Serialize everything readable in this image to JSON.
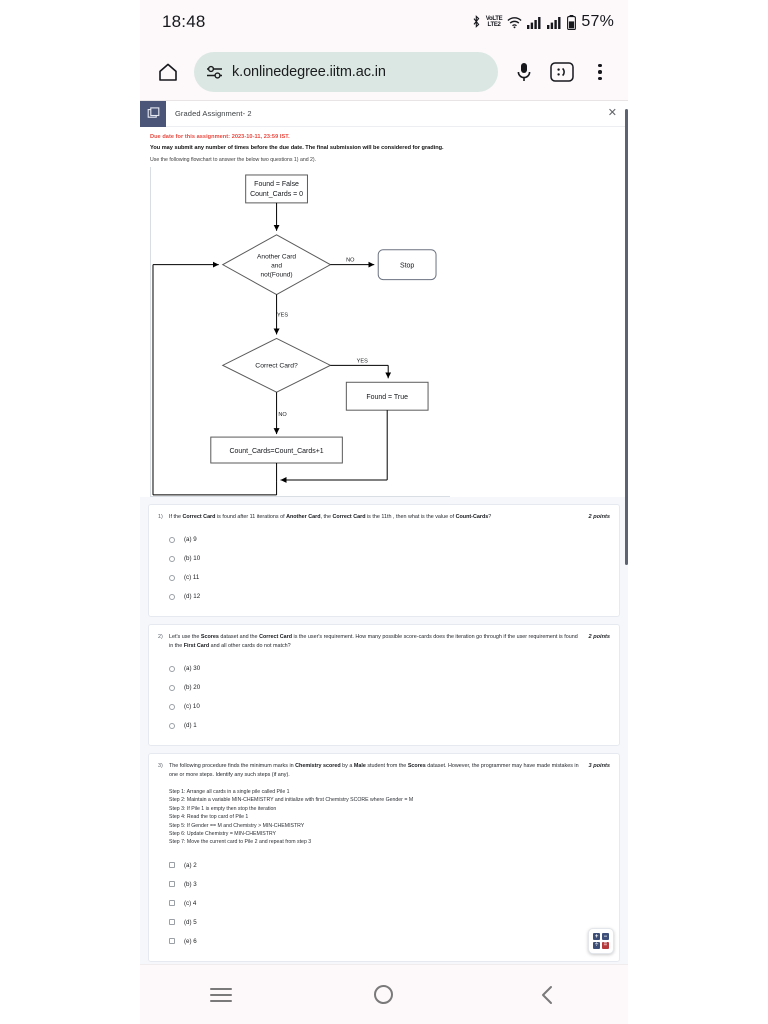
{
  "status_bar": {
    "time": "18:48",
    "volte_label_top": "VoLTE",
    "volte_label_bottom": "LTE2",
    "battery": "57%",
    "icons": [
      "bluetooth-icon",
      "volte-icon",
      "wifi-icon",
      "signal-icon-1",
      "signal-icon-2",
      "battery-icon"
    ]
  },
  "browser": {
    "home_icon": "home-icon",
    "site_settings_icon": "site-settings-icon",
    "url": "k.onlinedegree.iitm.ac.in",
    "mic_icon": "microphone-icon",
    "emoji_icon": ":D",
    "menu_icon": "overflow-menu-icon"
  },
  "assignment": {
    "header_icon": "assignment-icon",
    "title": "Graded Assignment- 2",
    "close_label": "✕",
    "due_notice": "Due date for this assignment: 2023-10-11, 23:59 IST.",
    "submit_notice": "You may submit any number of times before the due date. The final submission will be considered for grading.",
    "flow_notice": "Use the following flowchart to answer the below two questions 1) and 2)."
  },
  "flowchart": {
    "nodes": [
      {
        "id": "start",
        "type": "process",
        "text_lines": [
          "Found = False",
          "Count_Cards = 0"
        ]
      },
      {
        "id": "another-card",
        "type": "decision",
        "text_lines": [
          "Another Card",
          "and",
          "not(Found)"
        ]
      },
      {
        "id": "stop",
        "type": "terminator",
        "text_lines": [
          "Stop"
        ]
      },
      {
        "id": "correct-card",
        "type": "decision",
        "text_lines": [
          "Correct Card?"
        ]
      },
      {
        "id": "found-true",
        "type": "process",
        "text_lines": [
          "Found = True"
        ]
      },
      {
        "id": "count-increment",
        "type": "process",
        "text_lines": [
          "Count_Cards=Count_Cards+1"
        ]
      }
    ],
    "edge_labels": {
      "no_to_stop": "NO",
      "yes_down": "YES",
      "yes_right": "YES",
      "no_down": "NO"
    }
  },
  "questions": [
    {
      "number": "1)",
      "points": "2 points",
      "text_html": "If the <b>Correct Card</b> is found after 11 iterations of <b>Another Card</b>, the <b>Correct Card</b> is the 11th , then what is the value of <b>Count-Cards</b>?",
      "input_type": "radio",
      "options": [
        "(a) 9",
        "(b) 10",
        "(c) 11",
        "(d) 12"
      ]
    },
    {
      "number": "2)",
      "points": "2 points",
      "text_html": "Let's use the <b>Scores</b> dataset and the <b>Correct Card</b> is the user's requirement. How many possible score-cards does the iteration go through if the user requirement is found in the <b>First Card</b> and all other cards do not match?",
      "input_type": "radio",
      "options": [
        "(a) 30",
        "(b) 20",
        "(c) 10",
        "(d) 1"
      ]
    },
    {
      "number": "3)",
      "points": "3 points",
      "text_html": "The following procedure finds the minimum marks in <b>Chemistry scored</b> by a <b>Male</b> student from the <b>Scores</b> dataset. However, the programmer may have made mistakes in one or more steps. Identify any such steps (if any).",
      "input_type": "checkbox",
      "steps": [
        "Step 1: Arrange all cards in a single pile called Pile 1",
        "Step 2: Maintain a variable MIN-CHEMISTRY and initialize with first Chemistry SCORE where Gender = M",
        "Step 3: If Pile 1 is empty then stop the iteration",
        "Step 4: Read the top card of Pile 1",
        "Step 5: If Gender == M and Chemistry > MIN-CHEMISTRY",
        "Step 6: Update Chemistry = MIN-CHEMISTRY",
        "Step 7: Move the current card to Pile 2 and repeat from step 3"
      ],
      "options": [
        "(a) 2",
        "(b) 3",
        "(c) 4",
        "(d) 5",
        "(e) 6"
      ]
    }
  ],
  "calculator_fab": {
    "name": "calculator-widget",
    "cells": [
      "+",
      "−",
      "÷",
      "="
    ]
  },
  "nav_bar": {
    "recents": "recents-icon",
    "home": "home-icon",
    "back": "back-icon"
  },
  "colors": {
    "accent_due": "#e8483f",
    "header_icon_bg": "#4a5578",
    "url_pill": "#dbe7e2",
    "page_bg": "#f5f7fb"
  }
}
